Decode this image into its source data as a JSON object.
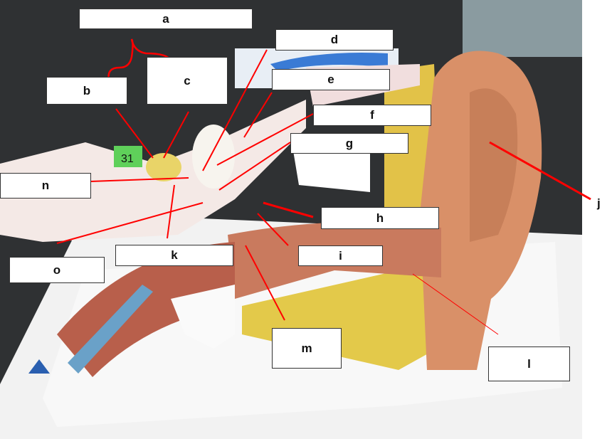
{
  "labels": {
    "a": "a",
    "b": "b",
    "c": "c",
    "d": "d",
    "e": "e",
    "f": "f",
    "g": "g",
    "h": "h",
    "i": "i",
    "j": "j",
    "k": "k",
    "l": "l",
    "m": "m",
    "n": "n",
    "o": "o"
  },
  "model_tag": "31",
  "colors": {
    "arrow": "#ff0000",
    "table": "#2f3133",
    "base": "#f4f4f4",
    "skin": "#d9906a",
    "fat": "#e6cf4a"
  }
}
